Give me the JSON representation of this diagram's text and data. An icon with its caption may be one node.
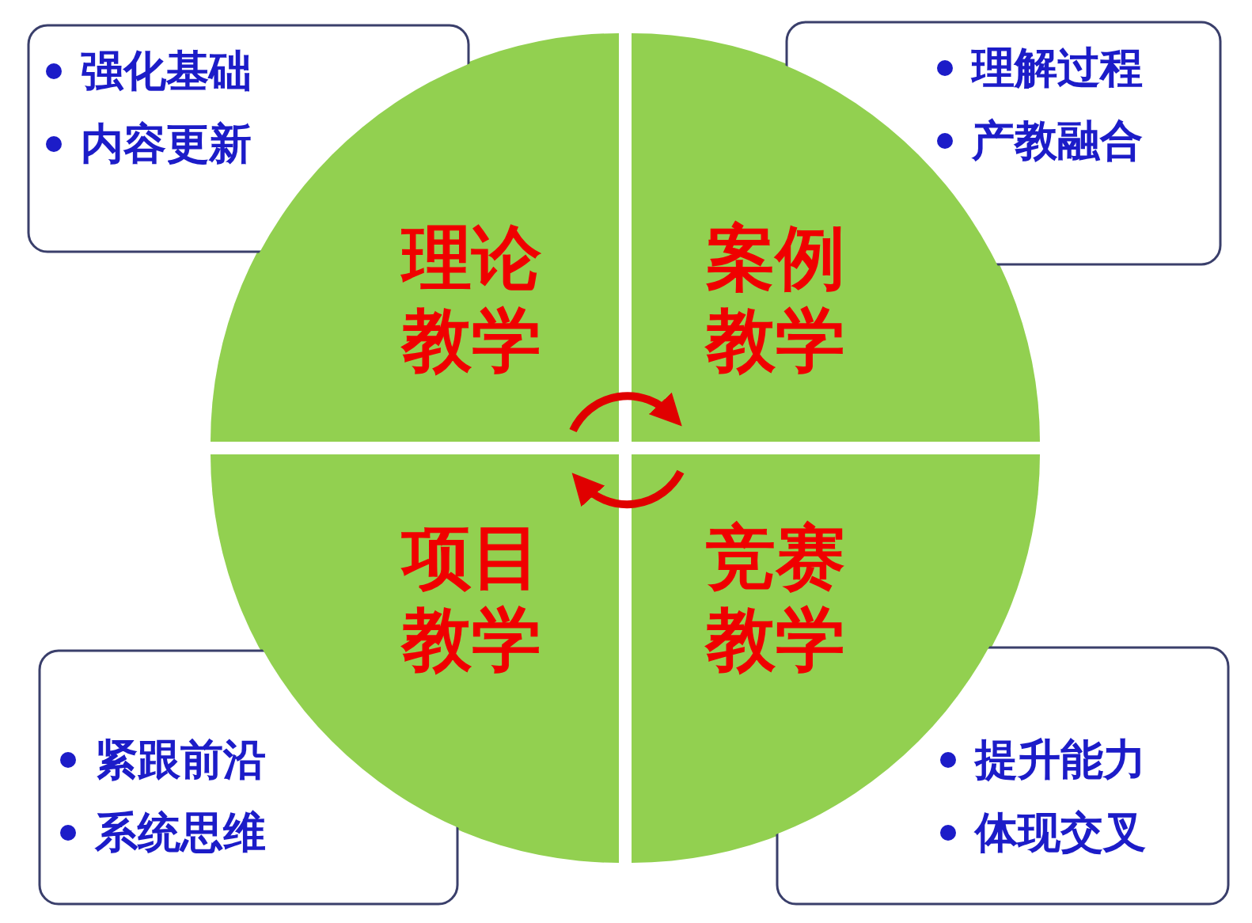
{
  "diagram": {
    "nodes": [
      {
        "text": [
          "强化基础",
          "内容更新"
        ]
      },
      {
        "text": [
          "理解过程",
          "产教融合"
        ]
      },
      {
        "text": [
          "理论教学"
        ]
      },
      {
        "text": [
          "案例教学"
        ]
      },
      {
        "text": [
          "项目教学"
        ]
      },
      {
        "text": [
          "竞赛教学"
        ]
      },
      {
        "text": [
          "紧跟前沿",
          "系统思维"
        ]
      },
      {
        "text": [
          "提升能力",
          "体现交叉"
        ]
      }
    ],
    "edges": [
      {
        "from": 2,
        "to": 3,
        "arrow": "to"
      },
      {
        "from": 5,
        "to": 4,
        "arrow": "to"
      }
    ]
  }
}
